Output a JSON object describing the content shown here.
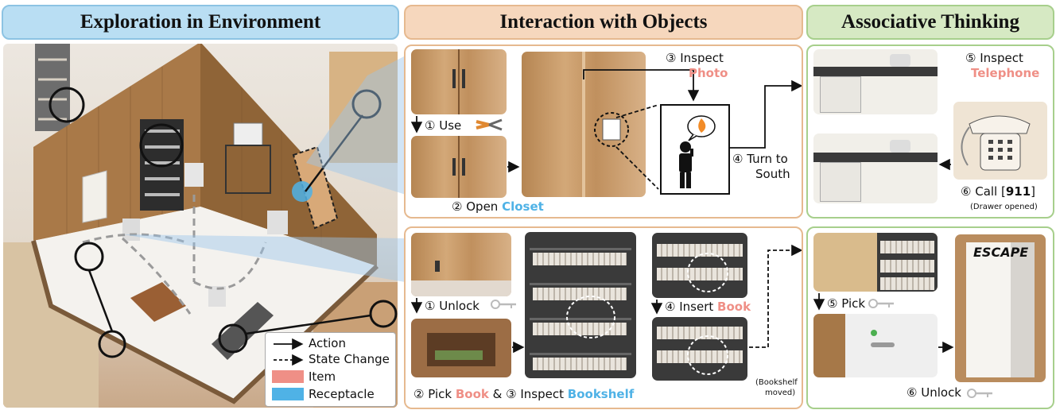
{
  "headers": {
    "exploration": "Exploration in Environment",
    "interaction": "Interaction with Objects",
    "associative": "Associative Thinking"
  },
  "legend": {
    "action": "Action",
    "state_change": "State Change",
    "item": "Item",
    "receptacle": "Receptacle"
  },
  "closet_panel": {
    "step1_num": "①",
    "step1_action": "Use",
    "step2_num": "②",
    "step2_action": "Open",
    "step2_object": "Closet",
    "step3_num": "③",
    "step3_action": "Inspect",
    "step3_object": "Photo",
    "step4_num": "④",
    "step4_line1": "Turn to",
    "step4_line2": "South"
  },
  "telephone_panel": {
    "step5_num": "⑤",
    "step5_action": "Inspect",
    "step5_object": "Telephone",
    "step6_num": "⑥",
    "step6_action": "Call [",
    "step6_number": "911",
    "step6_close": "]",
    "step6_note": "(Drawer opened)"
  },
  "bookshelf_panel": {
    "step1_num": "①",
    "step1_action": "Unlock",
    "step2_num": "②",
    "step2_action": "Pick",
    "step2_object": "Book",
    "amp": "&",
    "step3_num": "③",
    "step3_action": "Inspect",
    "step3_object": "Bookshelf",
    "step4_num": "④",
    "step4_action": "Insert",
    "step4_object": "Book",
    "note_line1": "(Bookshelf",
    "note_line2": "moved)"
  },
  "escape_panel": {
    "step5_num": "⑤",
    "step5_action": "Pick",
    "step6_num": "⑥",
    "step6_action": "Unlock",
    "door_sign": "ESCAPE"
  },
  "colors": {
    "item": "#ef8f86",
    "receptacle": "#4fb2e6",
    "header_blue": "#b9def3",
    "header_orange": "#f6d7bd",
    "header_green": "#d6e9c3",
    "border_blue": "#8cc3e3",
    "border_orange": "#e6b98f",
    "border_green": "#a7cf8c"
  },
  "icons": [
    "key-icon",
    "pliers-icon",
    "fire-icon",
    "person-icon",
    "telephone-icon",
    "room-scene"
  ]
}
